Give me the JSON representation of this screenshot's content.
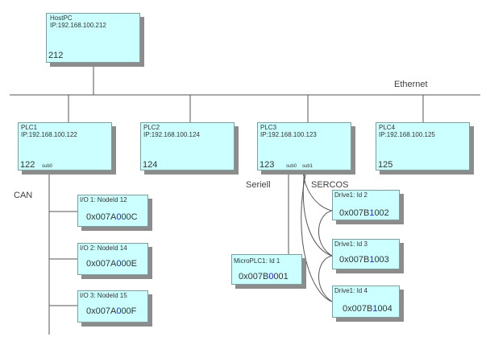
{
  "labels": {
    "ethernet": "Ethernet",
    "can": "CAN",
    "seriell": "Seriell",
    "sercos": "SERCOS"
  },
  "hostpc": {
    "name": "HostPC",
    "ip": "IP:192.168.100.212",
    "id": "212"
  },
  "plcs": [
    {
      "name": "PLC1",
      "ip": "IP:192.168.100.122",
      "id": "122",
      "subs": [
        "sub0"
      ]
    },
    {
      "name": "PLC2",
      "ip": "IP:192.168.100.124",
      "id": "124",
      "subs": []
    },
    {
      "name": "PLC3",
      "ip": "IP:192.168.100.123",
      "id": "123",
      "subs": [
        "sub0",
        "sub1"
      ]
    },
    {
      "name": "PLC4",
      "ip": "IP:192.168.100.125",
      "id": "125",
      "subs": []
    }
  ],
  "io_nodes": [
    {
      "title": "I/O 1: NodeId 12",
      "addr_pre": "0x007A",
      "addr_hl": "0",
      "addr_post": "00C"
    },
    {
      "title": "I/O 2: NodeId 14",
      "addr_pre": "0x007A",
      "addr_hl": "0",
      "addr_post": "00E"
    },
    {
      "title": "I/O 3: NodeId 15",
      "addr_pre": "0x007A",
      "addr_hl": "0",
      "addr_post": "00F"
    }
  ],
  "drives": [
    {
      "title": "Drive1: Id 2",
      "addr_pre": "0x007B",
      "addr_hl": "1",
      "addr_post": "002"
    },
    {
      "title": "Drive1: Id 3",
      "addr_pre": "0x007B",
      "addr_hl": "1",
      "addr_post": "003"
    },
    {
      "title": "Drive1: Id 4",
      "addr_pre": "0x007B",
      "addr_hl": "1",
      "addr_post": "004"
    }
  ],
  "micro": {
    "title": "MicroPLC1: Id 1",
    "addr_pre": "0x007B",
    "addr_hl": "0",
    "addr_post": "001"
  },
  "colors": {
    "box_fill": "#ccffff",
    "shadow": "#8c8c8c",
    "highlight": "#1a1aff"
  }
}
